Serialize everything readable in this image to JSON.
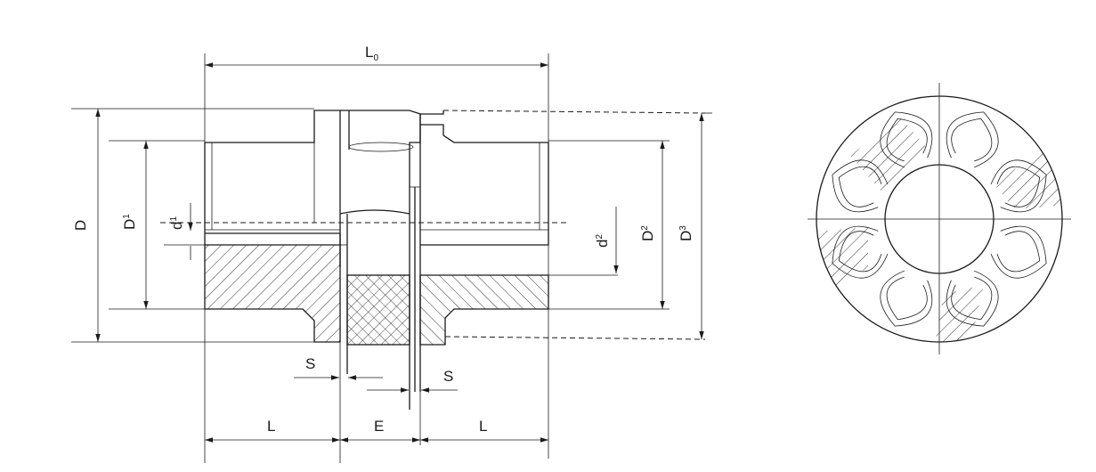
{
  "labels": {
    "L0": "L",
    "L0_sub": "0",
    "D": "D",
    "D1": "D",
    "D1_sub": "1",
    "d1": "d",
    "d1_sub": "1",
    "d2": "d",
    "d2_sub": "2",
    "D2": "D",
    "D2_sub": "2",
    "D3": "D",
    "D3_sub": "3",
    "S_left": "S",
    "S_right": "S",
    "L_left": "L",
    "E": "E",
    "L_right": "L"
  },
  "colors": {
    "line": "#1a1a1a",
    "background": "#ffffff"
  }
}
